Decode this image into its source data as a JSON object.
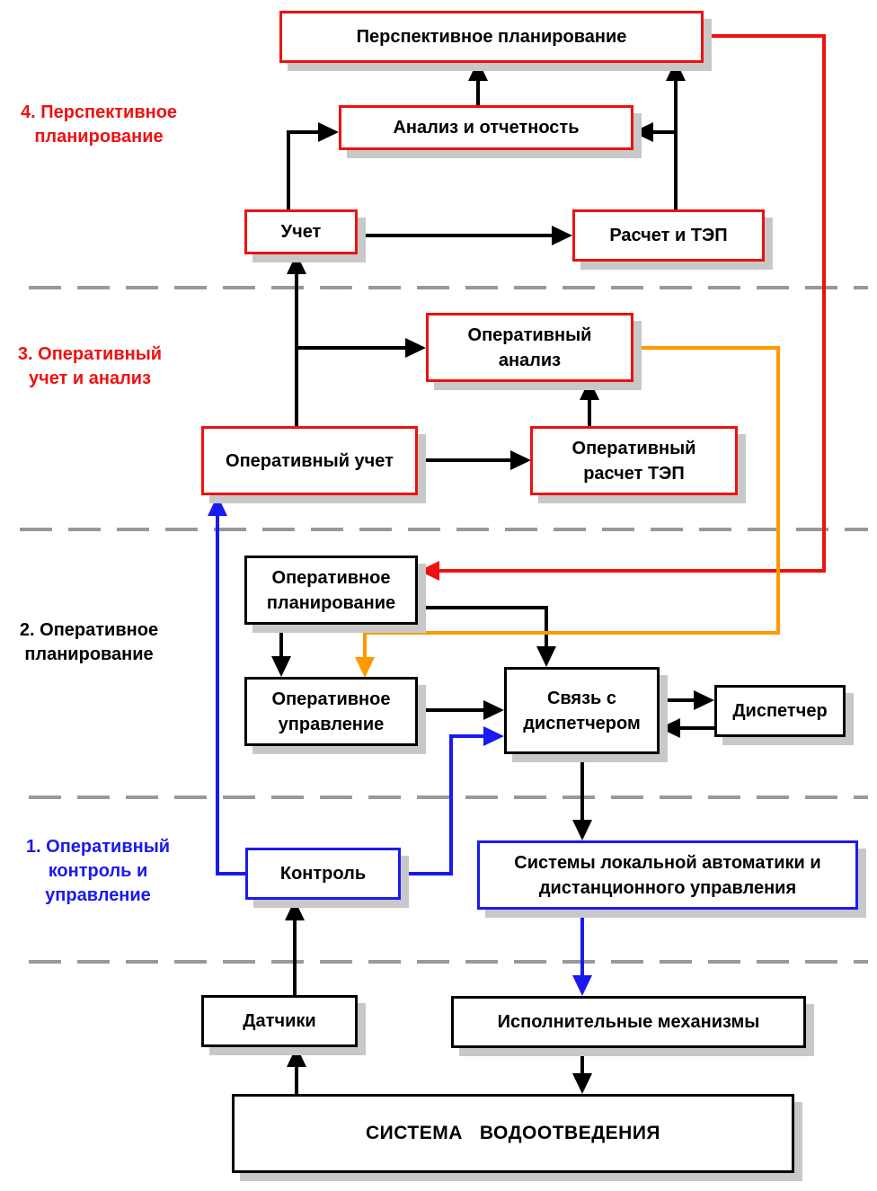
{
  "colors": {
    "red": "#ee1111",
    "black": "#000000",
    "blue": "#1a1aee",
    "orange": "#ff9900",
    "divider": "#999999"
  },
  "levels": {
    "level4": {
      "text": "4. Перспективное\nпланирование",
      "color": "#ee1111"
    },
    "level3": {
      "text": "3. Оперативный\nучет и анализ",
      "color": "#ee1111"
    },
    "level2": {
      "text": "2. Оперативное\nпланирование",
      "color": "#000000"
    },
    "level1": {
      "text": "1. Оперативный\nконтроль и\nуправление",
      "color": "#1a1aee"
    }
  },
  "nodes": {
    "perspective_planning": "Перспективное планирование",
    "analysis_reporting": "Анализ  и отчетность",
    "accounting": "Учет",
    "calc_tep": "Расчет и ТЭП",
    "operative_analysis": "Оперативный\nанализ",
    "operative_accounting": "Оперативный учет",
    "operative_calc_tep": "Оперативный\nрасчет ТЭП",
    "operative_planning": "Оперативное\nпланирование",
    "operative_control": "Оперативное\nуправление",
    "dispatcher_link": "Связь с\nдиспетчером",
    "dispatcher": "Диспетчер",
    "monitoring": "Контроль",
    "local_automation": "Системы локальной автоматики и\nдистанционного управления",
    "sensors": "Датчики",
    "actuators": "Исполнительные механизмы",
    "drainage_system": "СИСТЕМА   ВОДООТВЕДЕНИЯ"
  }
}
